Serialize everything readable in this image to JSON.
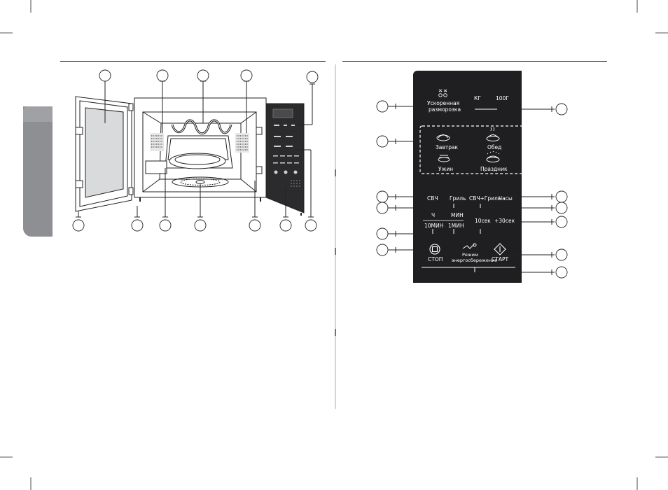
{
  "control_panel": {
    "defrost_line1": "Ускоренная",
    "defrost_line2": "разморозка",
    "weight_kg": "КГ",
    "weight_100g": "100Г",
    "auto_cook": [
      {
        "label": "Завтрак"
      },
      {
        "label": "Обед"
      },
      {
        "label": "Ужин"
      },
      {
        "label": "Праздник"
      }
    ],
    "mode_mw": "СВЧ",
    "mode_grill": "Гриль",
    "mode_combo": "СВЧ+Гриль",
    "mode_clock": "Часы",
    "time_hour": "Ч",
    "time_min": "МИН",
    "time_10min": "10МИН",
    "time_1min": "1МИН",
    "time_10sec": "10сек",
    "time_30sec": "+30сек",
    "stop_label": "СТОП",
    "eco_line1": "Режим",
    "eco_line2": "энергосбережения",
    "start_label": "СТАРТ"
  },
  "colors": {
    "panel_bg": "#1f1f21",
    "line": "#231f20",
    "side_tab": "#8d8f92",
    "glass": "#d9dadb"
  }
}
